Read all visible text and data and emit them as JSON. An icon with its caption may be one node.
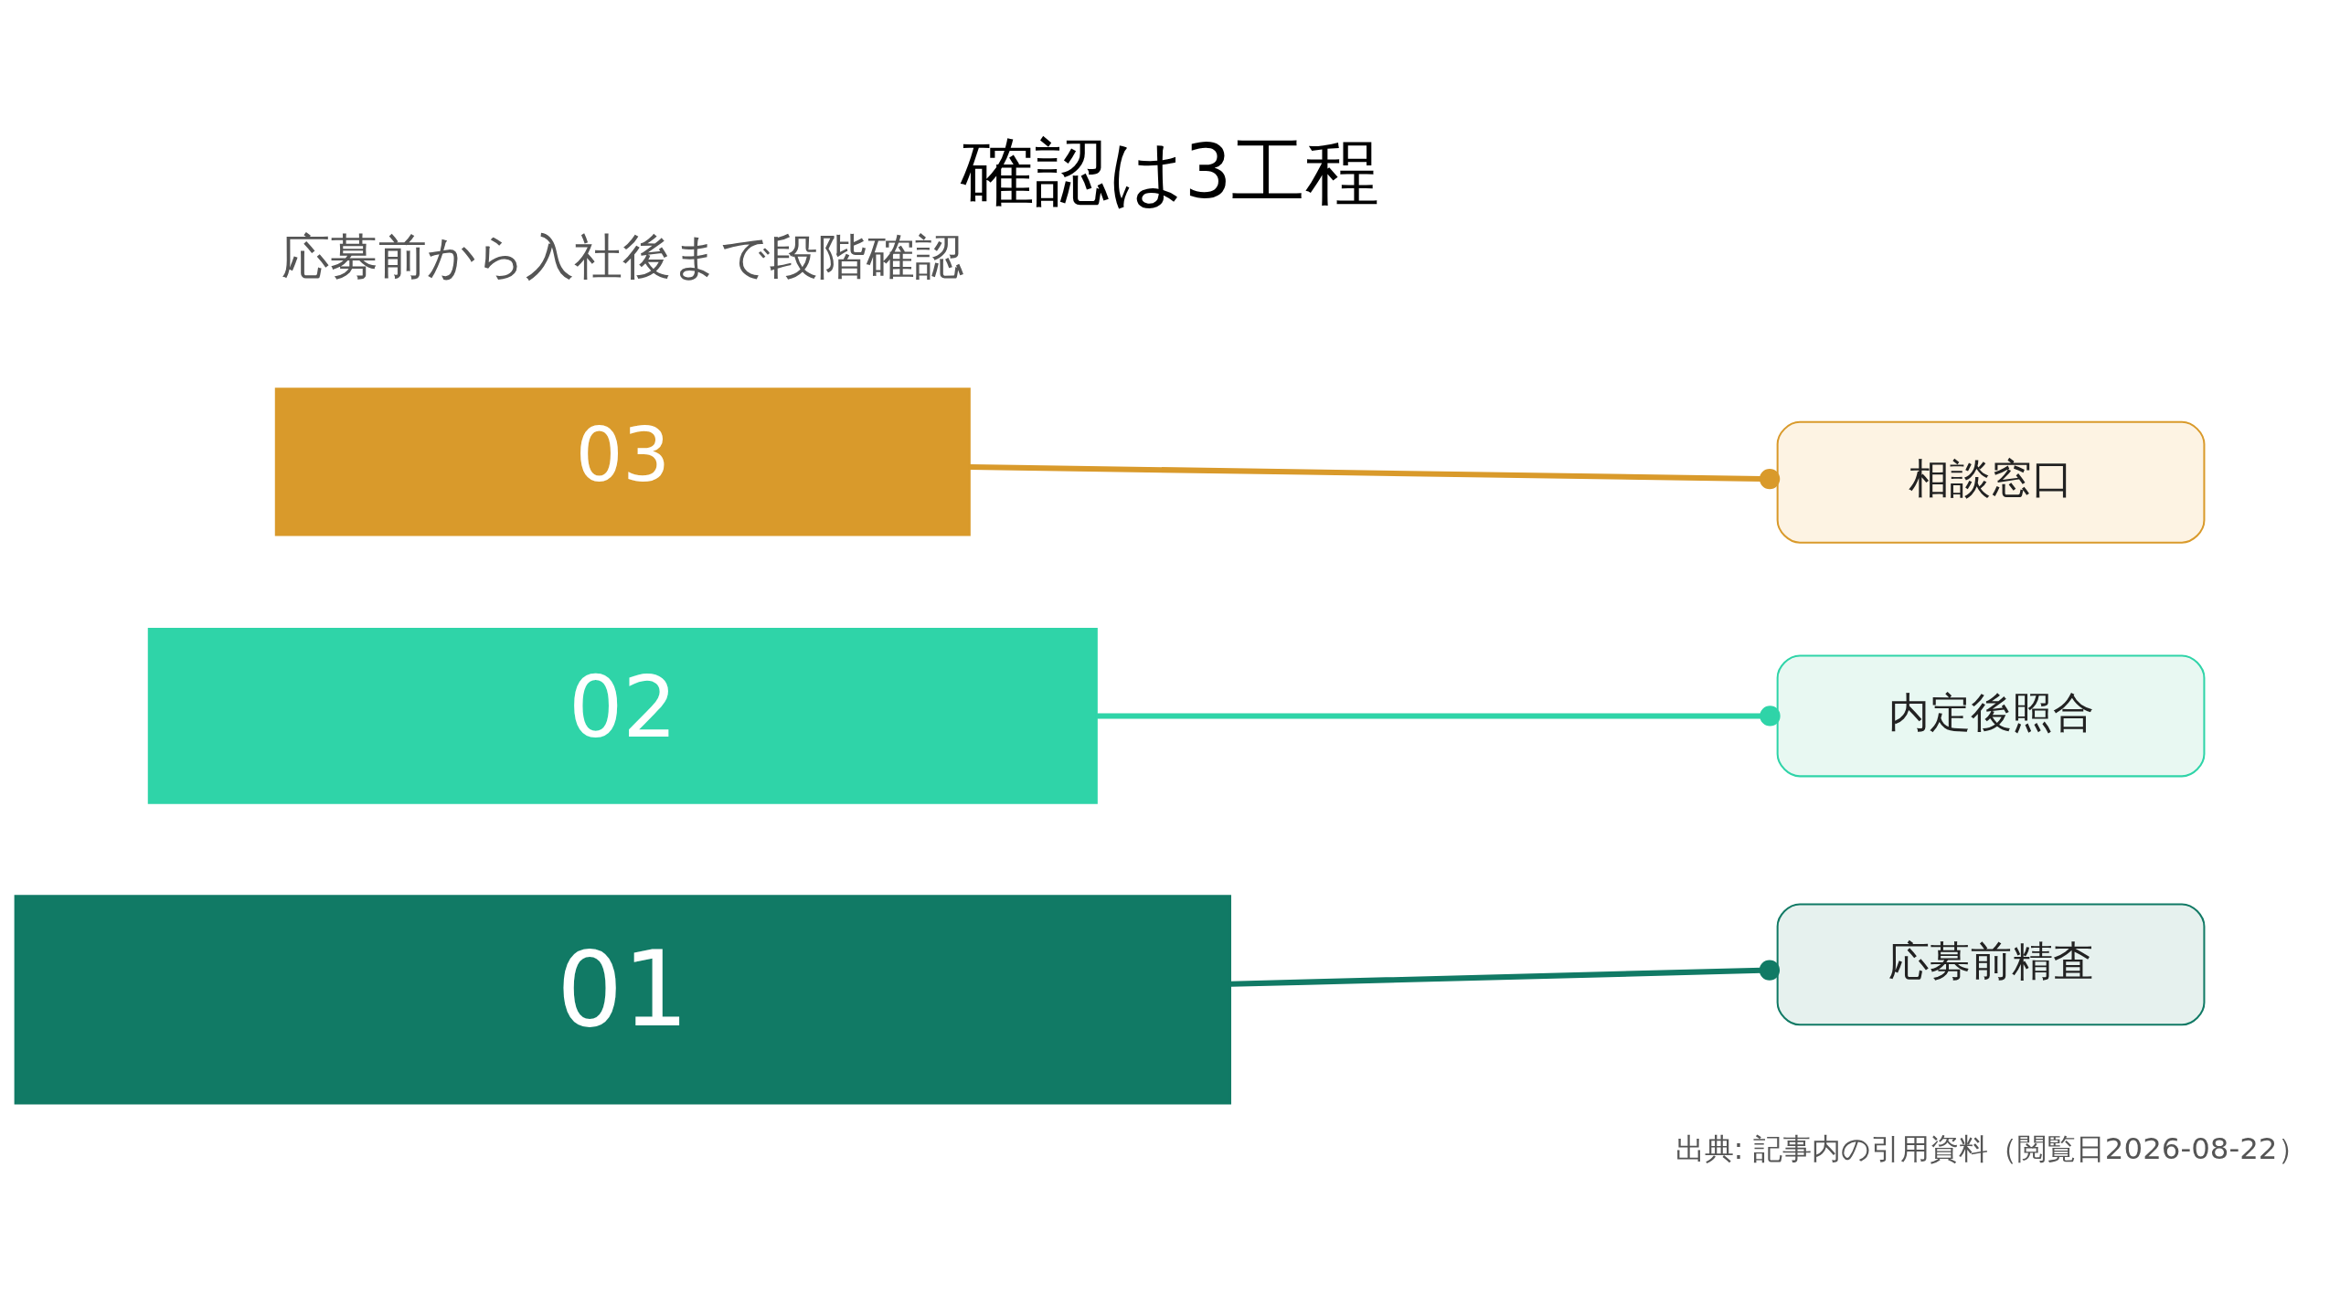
{
  "diagram": {
    "title": "確認は3工程",
    "caption": "出典: 記事内の引用資料（閲覧日2026-08-22）",
    "nodes": [
      {
        "text": [
          "03"
        ]
      },
      {
        "text": [
          "相談窓口"
        ]
      },
      {
        "text": [
          "02"
        ]
      },
      {
        "text": [
          "内定後照合"
        ]
      },
      {
        "text": [
          "01"
        ]
      },
      {
        "text": [
          "応募前精査"
        ]
      }
    ],
    "edges": [
      {
        "from": 0,
        "to": 1,
        "arrow": "other",
        "color": "#d99a2b"
      },
      {
        "from": 2,
        "to": 3,
        "arrow": "other",
        "color": "#2fd4a8"
      },
      {
        "from": 4,
        "to": 5,
        "arrow": "other",
        "color": "#117a65"
      }
    ],
    "labels": [
      "応募前から入社後まで段階確認"
    ]
  }
}
